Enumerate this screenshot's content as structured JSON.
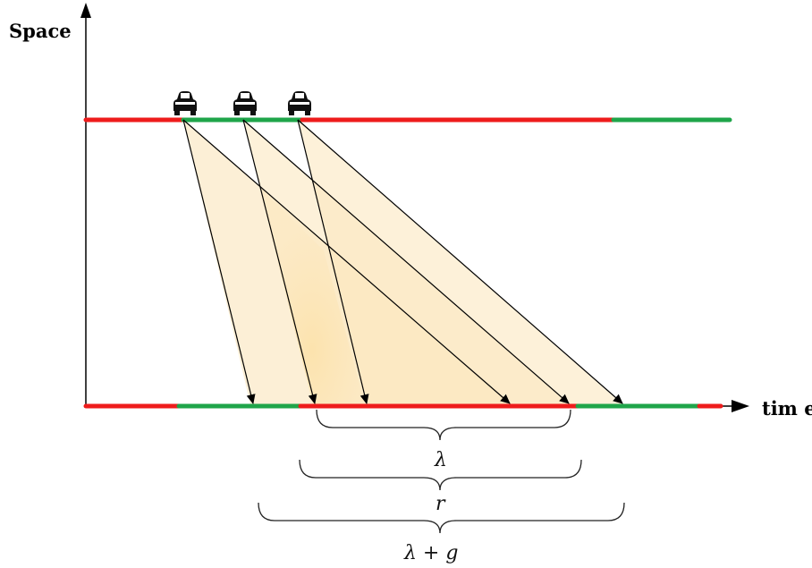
{
  "axes": {
    "y_label": "Space",
    "x_label": "tim e"
  },
  "braces": [
    {
      "label": "λ"
    },
    {
      "label": "r"
    },
    {
      "label": "λ + g"
    }
  ],
  "colors": {
    "red_signal": "#ee1c1c",
    "green_signal": "#1fa54a",
    "fan_fill": "#fbe7c0",
    "fan_fill_center": "#fbd98c",
    "axis": "#000000",
    "car": "#111111"
  },
  "icons": {
    "vehicle": "car-icon"
  },
  "vehicles": {
    "count": 3
  }
}
